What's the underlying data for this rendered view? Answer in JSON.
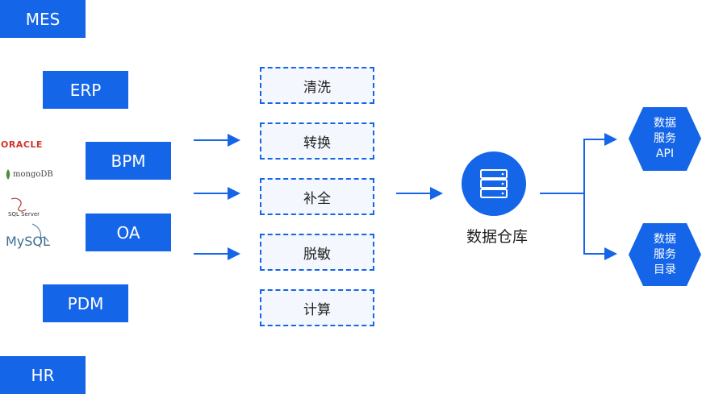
{
  "sources": [
    {
      "label": "MES"
    },
    {
      "label": "ERP"
    },
    {
      "label": "BPM"
    },
    {
      "label": "OA"
    },
    {
      "label": "PDM"
    },
    {
      "label": "HR"
    }
  ],
  "db_logos": {
    "oracle": "ORACLE",
    "mongodb": "mongoDB",
    "sqlserver": "SQL Server",
    "mysql": "MySQL"
  },
  "processes": [
    "清洗",
    "转换",
    "补全",
    "脱敏",
    "计算"
  ],
  "warehouse": {
    "label": "数据仓库",
    "icon": "server-icon"
  },
  "outputs": [
    {
      "lines": [
        "数据",
        "服务",
        "API"
      ]
    },
    {
      "lines": [
        "数据",
        "服务",
        "目录"
      ]
    }
  ],
  "colors": {
    "primary": "#1565e9",
    "process_bg": "#f4f7fd"
  }
}
